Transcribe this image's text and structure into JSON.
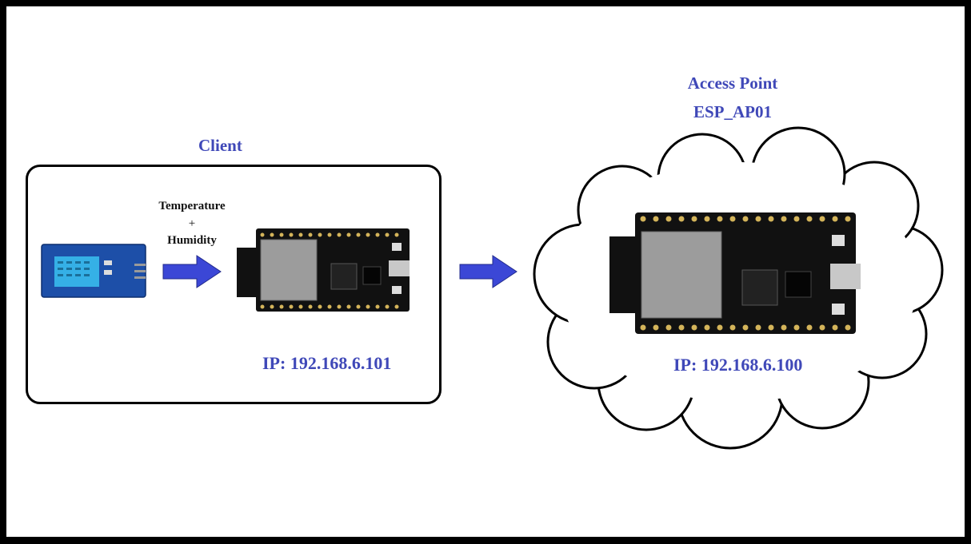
{
  "client": {
    "title": "Client",
    "flow_label_line1": "Temperature",
    "flow_label_line2": "+",
    "flow_label_line3": "Humidity",
    "ip": "IP: 192.168.6.101"
  },
  "access_point": {
    "title_line1": "Access Point",
    "title_line2": "ESP_AP01",
    "ip": "IP: 192.168.6.100"
  },
  "colors": {
    "label_blue": "#3f48b8",
    "arrow_blue": "#3b47d6",
    "sensor_blue": "#1d4fa8",
    "board_black": "#111111"
  }
}
